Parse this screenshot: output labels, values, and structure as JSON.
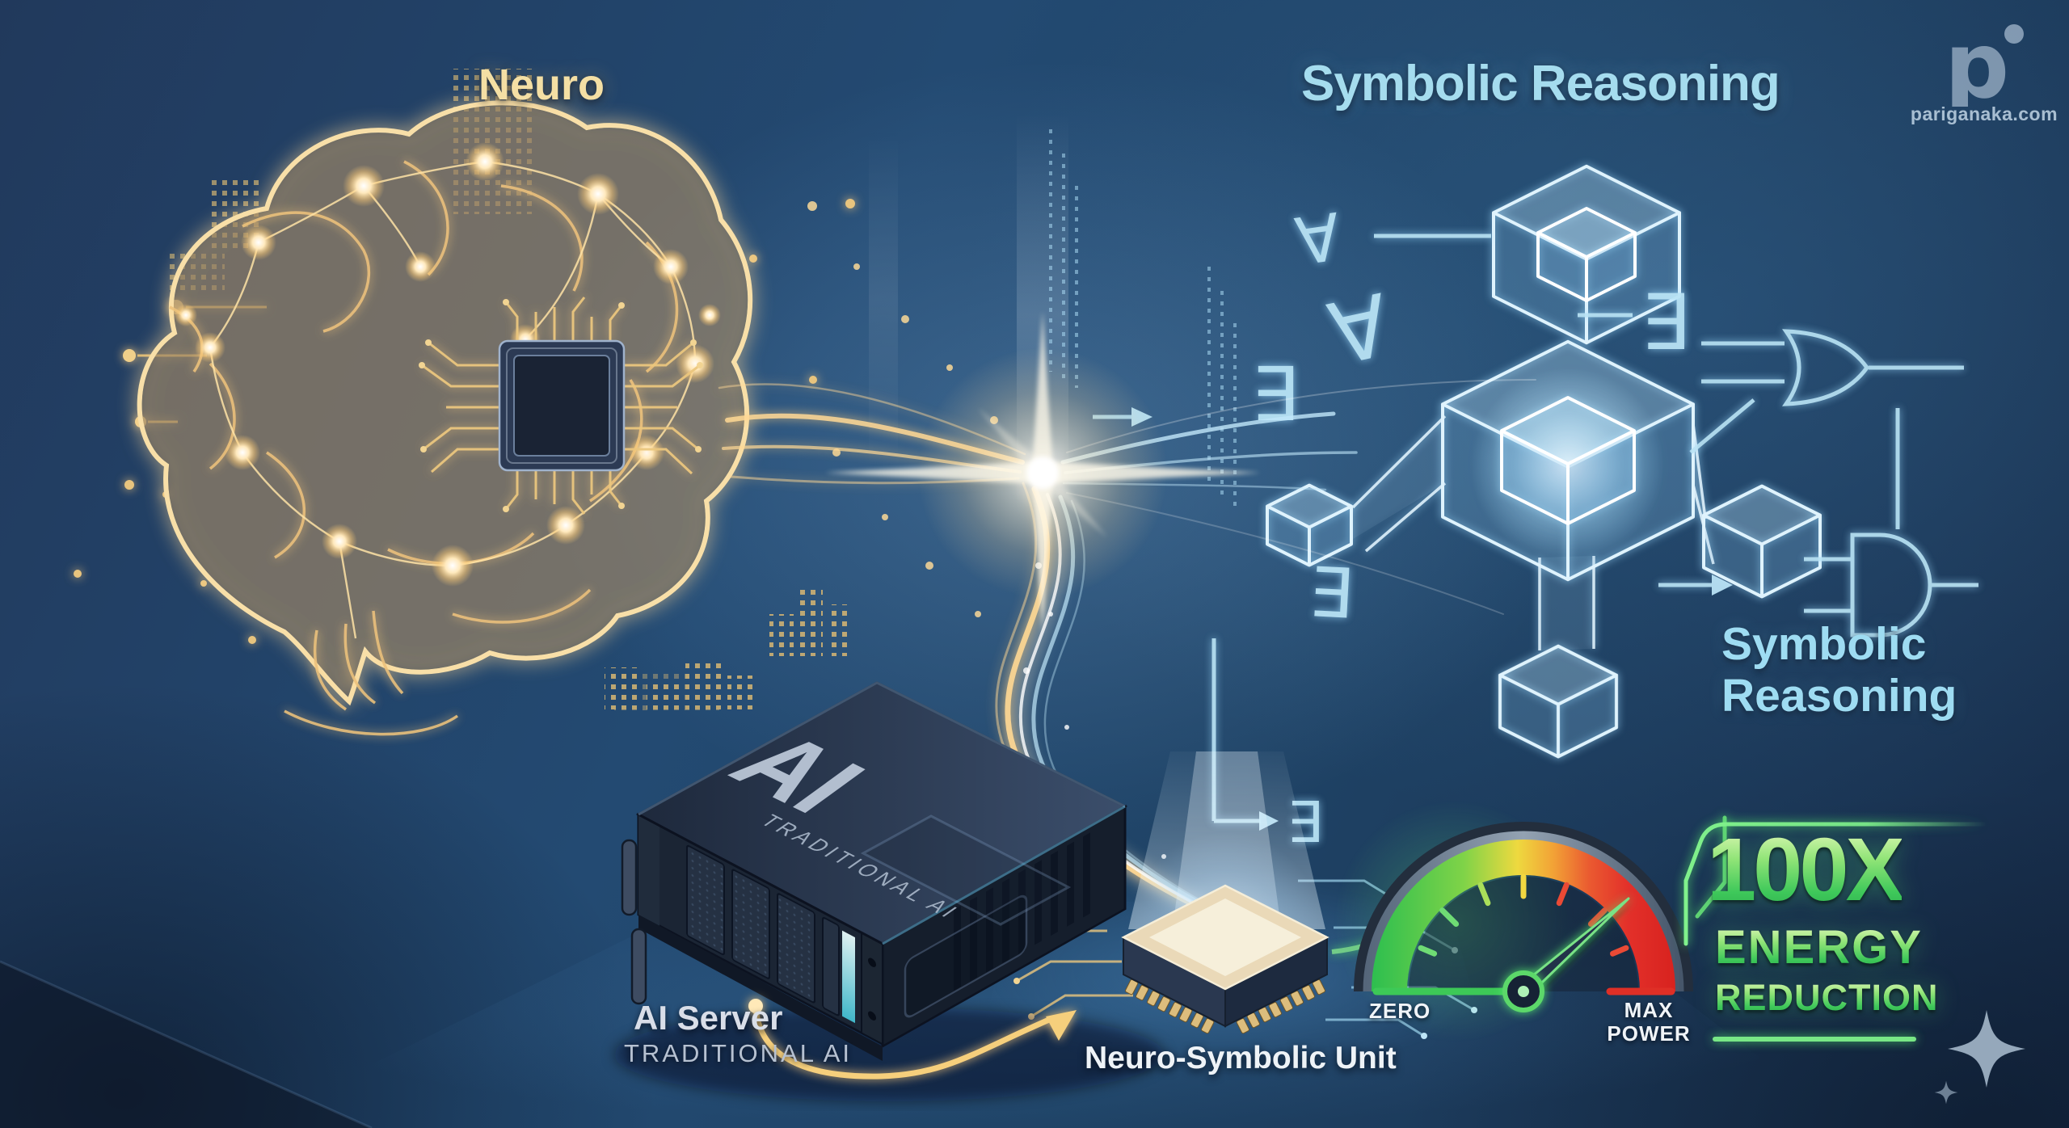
{
  "header": {
    "neuro_title": "Neuro",
    "symbolic_title": "Symbolic Reasoning"
  },
  "branding": {
    "logo_letter": "p",
    "website": "pariganaka.com"
  },
  "server": {
    "label": "AI Server",
    "sublabel": "TRADITIONAL AI",
    "top_text": "AI",
    "top_subtext": "TRADITIONAL AI"
  },
  "unit": {
    "label": "Neuro-Symbolic Unit"
  },
  "symbolic": {
    "heading_line1": "Symbolic",
    "heading_line2": "Reasoning",
    "forall_glyph": "∀",
    "exists_glyph": "∃"
  },
  "gauge": {
    "min_label": "ZERO",
    "max_label_line1": "MAX",
    "max_label_line2": "POWER"
  },
  "callout": {
    "line1": "100X",
    "line2": "ENERGY",
    "line3": "REDUCTION"
  },
  "colors": {
    "background_navy": "#1e3c61",
    "neural_gold": "#f6d88e",
    "symbolic_cyan": "#a5dcee",
    "energy_green": "#58d168"
  }
}
